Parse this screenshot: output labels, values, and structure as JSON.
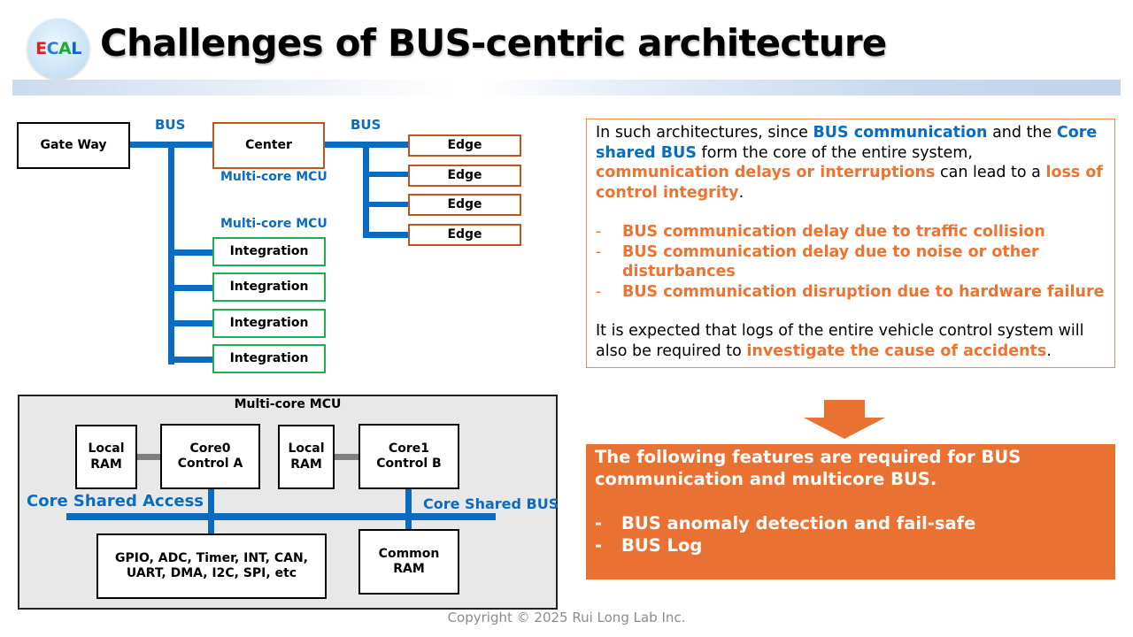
{
  "header": {
    "logo": {
      "letters": [
        "E",
        "C",
        "A",
        "L"
      ],
      "colors": [
        "#e02020",
        "#2a7fd4",
        "#1faa3c",
        "#1a5fc4"
      ]
    },
    "title": "Challenges of BUS-centric architecture"
  },
  "topology": {
    "gateway": "Gate Way",
    "bus_label_left": "BUS",
    "bus_label_right": "BUS",
    "center": "Center",
    "center_caption": "Multi-core MCU",
    "integration_caption": "Multi-core MCU",
    "edges": [
      "Edge",
      "Edge",
      "Edge",
      "Edge"
    ],
    "integrations": [
      "Integration",
      "Integration",
      "Integration",
      "Integration"
    ]
  },
  "mcu": {
    "title": "Multi-core MCU",
    "local_ram_a": [
      "Local",
      "RAM"
    ],
    "core0": [
      "Core0",
      "Control A"
    ],
    "local_ram_b": [
      "Local",
      "RAM"
    ],
    "core1": [
      "Core1",
      "Control B"
    ],
    "core_shared_access": "Core Shared Access",
    "core_shared_bus": "Core Shared BUS",
    "peripherals": [
      "GPIO, ADC, Timer, INT, CAN,",
      "UART, DMA, I2C, SPI, etc"
    ],
    "common_ram": [
      "Common",
      "RAM"
    ]
  },
  "explanation": {
    "p1": {
      "t1": "In such architectures, since ",
      "b1": "BUS communication",
      "t2": " and the ",
      "b2": "Core shared BUS",
      "t3": " form the core of the entire system, ",
      "o1": "communication delays or interruptions",
      "t4": " can lead to a ",
      "o2": "loss of control integrity",
      "t5": "."
    },
    "bullets": [
      "BUS communication delay due to traffic collision",
      "BUS communication delay due to noise or other disturbances",
      "BUS communication disruption due to hardware failure"
    ],
    "bullet_marker": "-",
    "p2": {
      "t1": "It is expected that logs of the entire vehicle control system will also be required to ",
      "o1": "investigate the cause of accidents",
      "t2": "."
    }
  },
  "requirements": {
    "intro": "The following features are required for BUS communication and multicore BUS.",
    "bullet_marker": "-",
    "bullets": [
      "BUS anomaly detection and fail-safe",
      "BUS Log"
    ]
  },
  "footer": {
    "copyright": "Copyright © 2025 Rui Long Lab Inc."
  },
  "colors": {
    "bus_blue": "#0a6cc1",
    "accent_orange": "#e97132",
    "edge_border": "#c0561f",
    "integration_border": "#1fae52"
  }
}
